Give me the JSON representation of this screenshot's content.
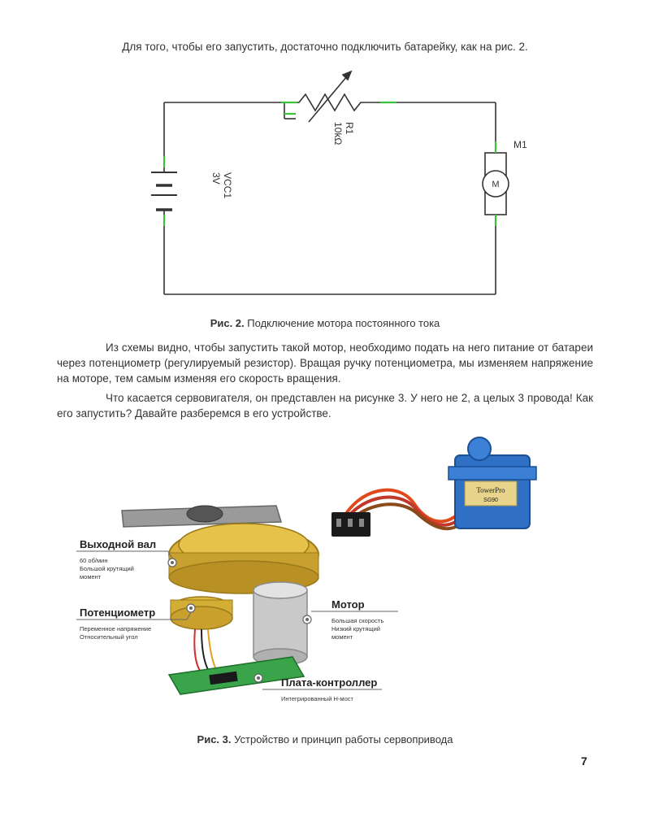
{
  "intro_text": "Для того, чтобы его запустить, достаточно подключить батарейку, как на рис. 2.",
  "circuit": {
    "resistor_name": "R1",
    "resistor_value": "10kΩ",
    "source_name": "VCC1",
    "source_value": "3V",
    "motor_name": "M1",
    "motor_symbol": "M",
    "wire_color": "#333333",
    "terminal_color": "#39c43c"
  },
  "figure2_caption": {
    "label": "Рис. 2.",
    "text": "Подключение мотора постоянного тока"
  },
  "paragraph1": "Из схемы видно, чтобы запустить такой мотор, необходимо подать на него питание от батареи через потенциометр (регулируемый резистор). Вращая ручку потенциометра, мы изменяем напряжение на моторе, тем самым изменяя его скорость вращения.",
  "paragraph2": "Что касается сервовигателя, он представлен на рисунке 3. У него не 2, а целых 3 провода! Как его запустить? Давайте разберемся в его устройстве.",
  "servo_brand": "TowerPro",
  "servo_model": "SG90",
  "callouts": {
    "output_shaft": {
      "title": "Выходной вал",
      "line1": "60 об/мин",
      "line2": "Большой крутящий",
      "line3": "момент"
    },
    "potentiometer": {
      "title": "Потенциометр",
      "line1": "Переменное напряжение",
      "line2": "Относительный угол"
    },
    "motor": {
      "title": "Мотор",
      "line1": "Большая скорость",
      "line2": "Низкий крутящий",
      "line3": "момент"
    },
    "controller": {
      "title": "Плата-контроллер",
      "line1": "Интегрированный Н-мост"
    }
  },
  "figure3_caption": {
    "label": "Рис. 3.",
    "text": "Устройство и принцип работы сервопривода"
  },
  "page_number": "7"
}
